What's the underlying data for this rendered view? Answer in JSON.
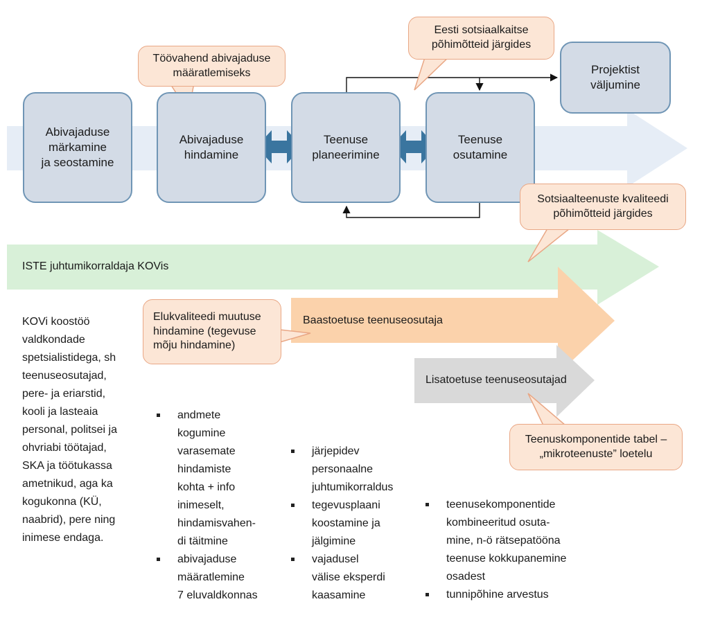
{
  "process_steps": [
    {
      "id": "markamine",
      "label": "Abivajaduse\nmärkamine\nja seostamine"
    },
    {
      "id": "hindamine",
      "label": "Abivajaduse\nhindamine"
    },
    {
      "id": "planeerimine",
      "label": "Teenuse\nplaneerimine"
    },
    {
      "id": "osutamine",
      "label": "Teenuse\nosutamine"
    },
    {
      "id": "valjumine",
      "label": "Projektist\nväljumine"
    }
  ],
  "callouts": {
    "toovahend": "Töövahend abivajaduse\nmääratlemiseks",
    "sotsiaalkaitse": "Eesti sotsiaalkaitse\npõhimõtteid järgides",
    "kvaliteet": "Sotsiaalteenuste kvaliteedi\npõhimõtteid järgides",
    "elukvaliteet": "Elukvaliteedi muutuse\nhindamine (tegevuse\nmõju hindamine)",
    "teenuskomponendid": "Teenuskomponentide tabel –\n„mikroteenuste” loetelu"
  },
  "bands": {
    "iste": "ISTE juhtumikorraldaja KOVis",
    "baastoetus": "Baastoetuse teenuseosutaja",
    "lisatoetus": "Lisatoetuse teenuseosutajad"
  },
  "left_text": "KOVi koostöö\nvaldkondade\nspetsialistidega, sh\nteenuseosutajad,\npere- ja eriarstid,\nkooli ja lasteaia\npersonal, politsei ja\nohvriabi töötajad,\nSKA ja töötukassa\nametnikud, aga ka\nkogukonna (KÜ,\nnaabrid), pere ning\ninimese endaga.",
  "bullet_lists": {
    "hindamine": [
      "andmete\nkogumine\nvarasemate\nhindamiste\nkohta + info\ninimeselt,\nhindamisvahen-\ndi täitmine",
      "abivajaduse\nmääratlemine\n7 eluvaldkonnas"
    ],
    "planeerimine": [
      "järjepidev\npersonaalne\njuhtumikorraldus",
      "tegevusplaani\nkoostamine ja\njälgimine",
      "vajadusel\nvälise eksperdi\nkaasamine"
    ],
    "osutamine": [
      "teenusekomponentide\nkombineeritud osuta-\nmine, n-ö rätsepatööna\nteenuse kokkupanemine\nosadest",
      "tunnipõhine arvestus"
    ]
  },
  "colors": {
    "process_band": "#e6edf6",
    "box_fill": "#d3dbe6",
    "box_border": "#6f95b5",
    "double_arrow": "#3a759f",
    "iste_band": "#d8f0d8",
    "baastoetus_band": "#fbd2ab",
    "lisatoetus_band": "#d9d9d9",
    "callout_fill": "#fce6d6",
    "callout_border": "#e9a785"
  }
}
